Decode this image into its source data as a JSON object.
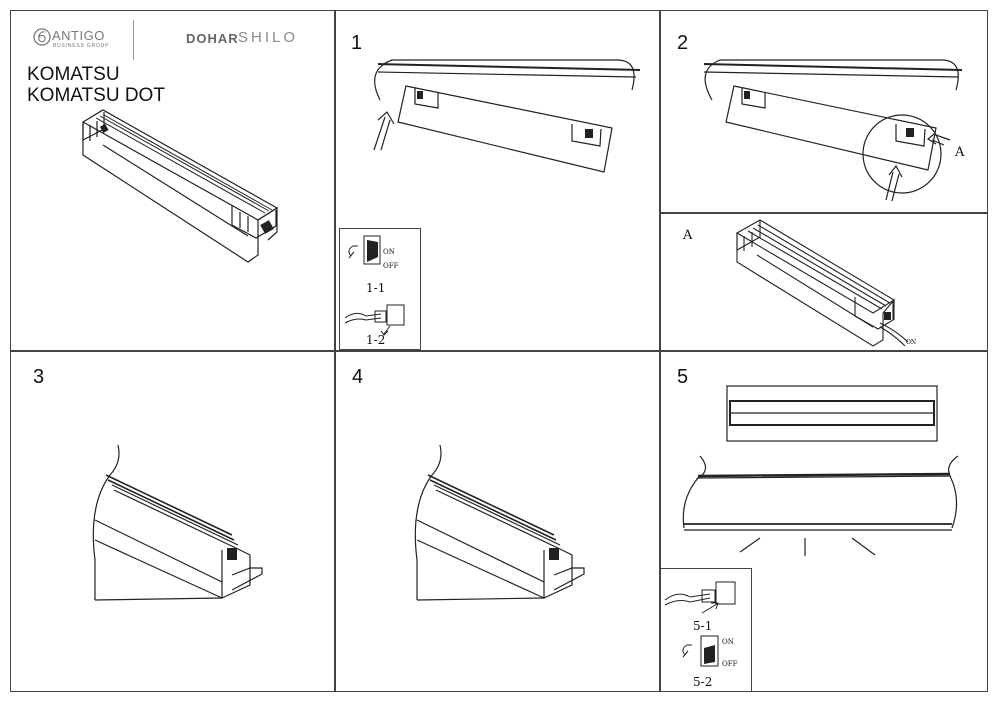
{
  "brand": {
    "logo_name": "ANTIGO",
    "logo_sub": "BUSINESS GROUP",
    "brand2": "DOHAR",
    "brand3": "SHILO"
  },
  "product": {
    "line1": "KOMATSU",
    "line2": "KOMATSU DOT"
  },
  "steps": {
    "s1": "1",
    "s2": "2",
    "s3": "3",
    "s4": "4",
    "s5": "5"
  },
  "labels": {
    "callout_a": "A",
    "detail_a": "A",
    "on": "ON",
    "off": "OFF",
    "on_small": "ON",
    "step_1_1": "1-1",
    "step_1_2": "1-2",
    "step_5_1": "5-1",
    "step_5_2": "5-2"
  }
}
